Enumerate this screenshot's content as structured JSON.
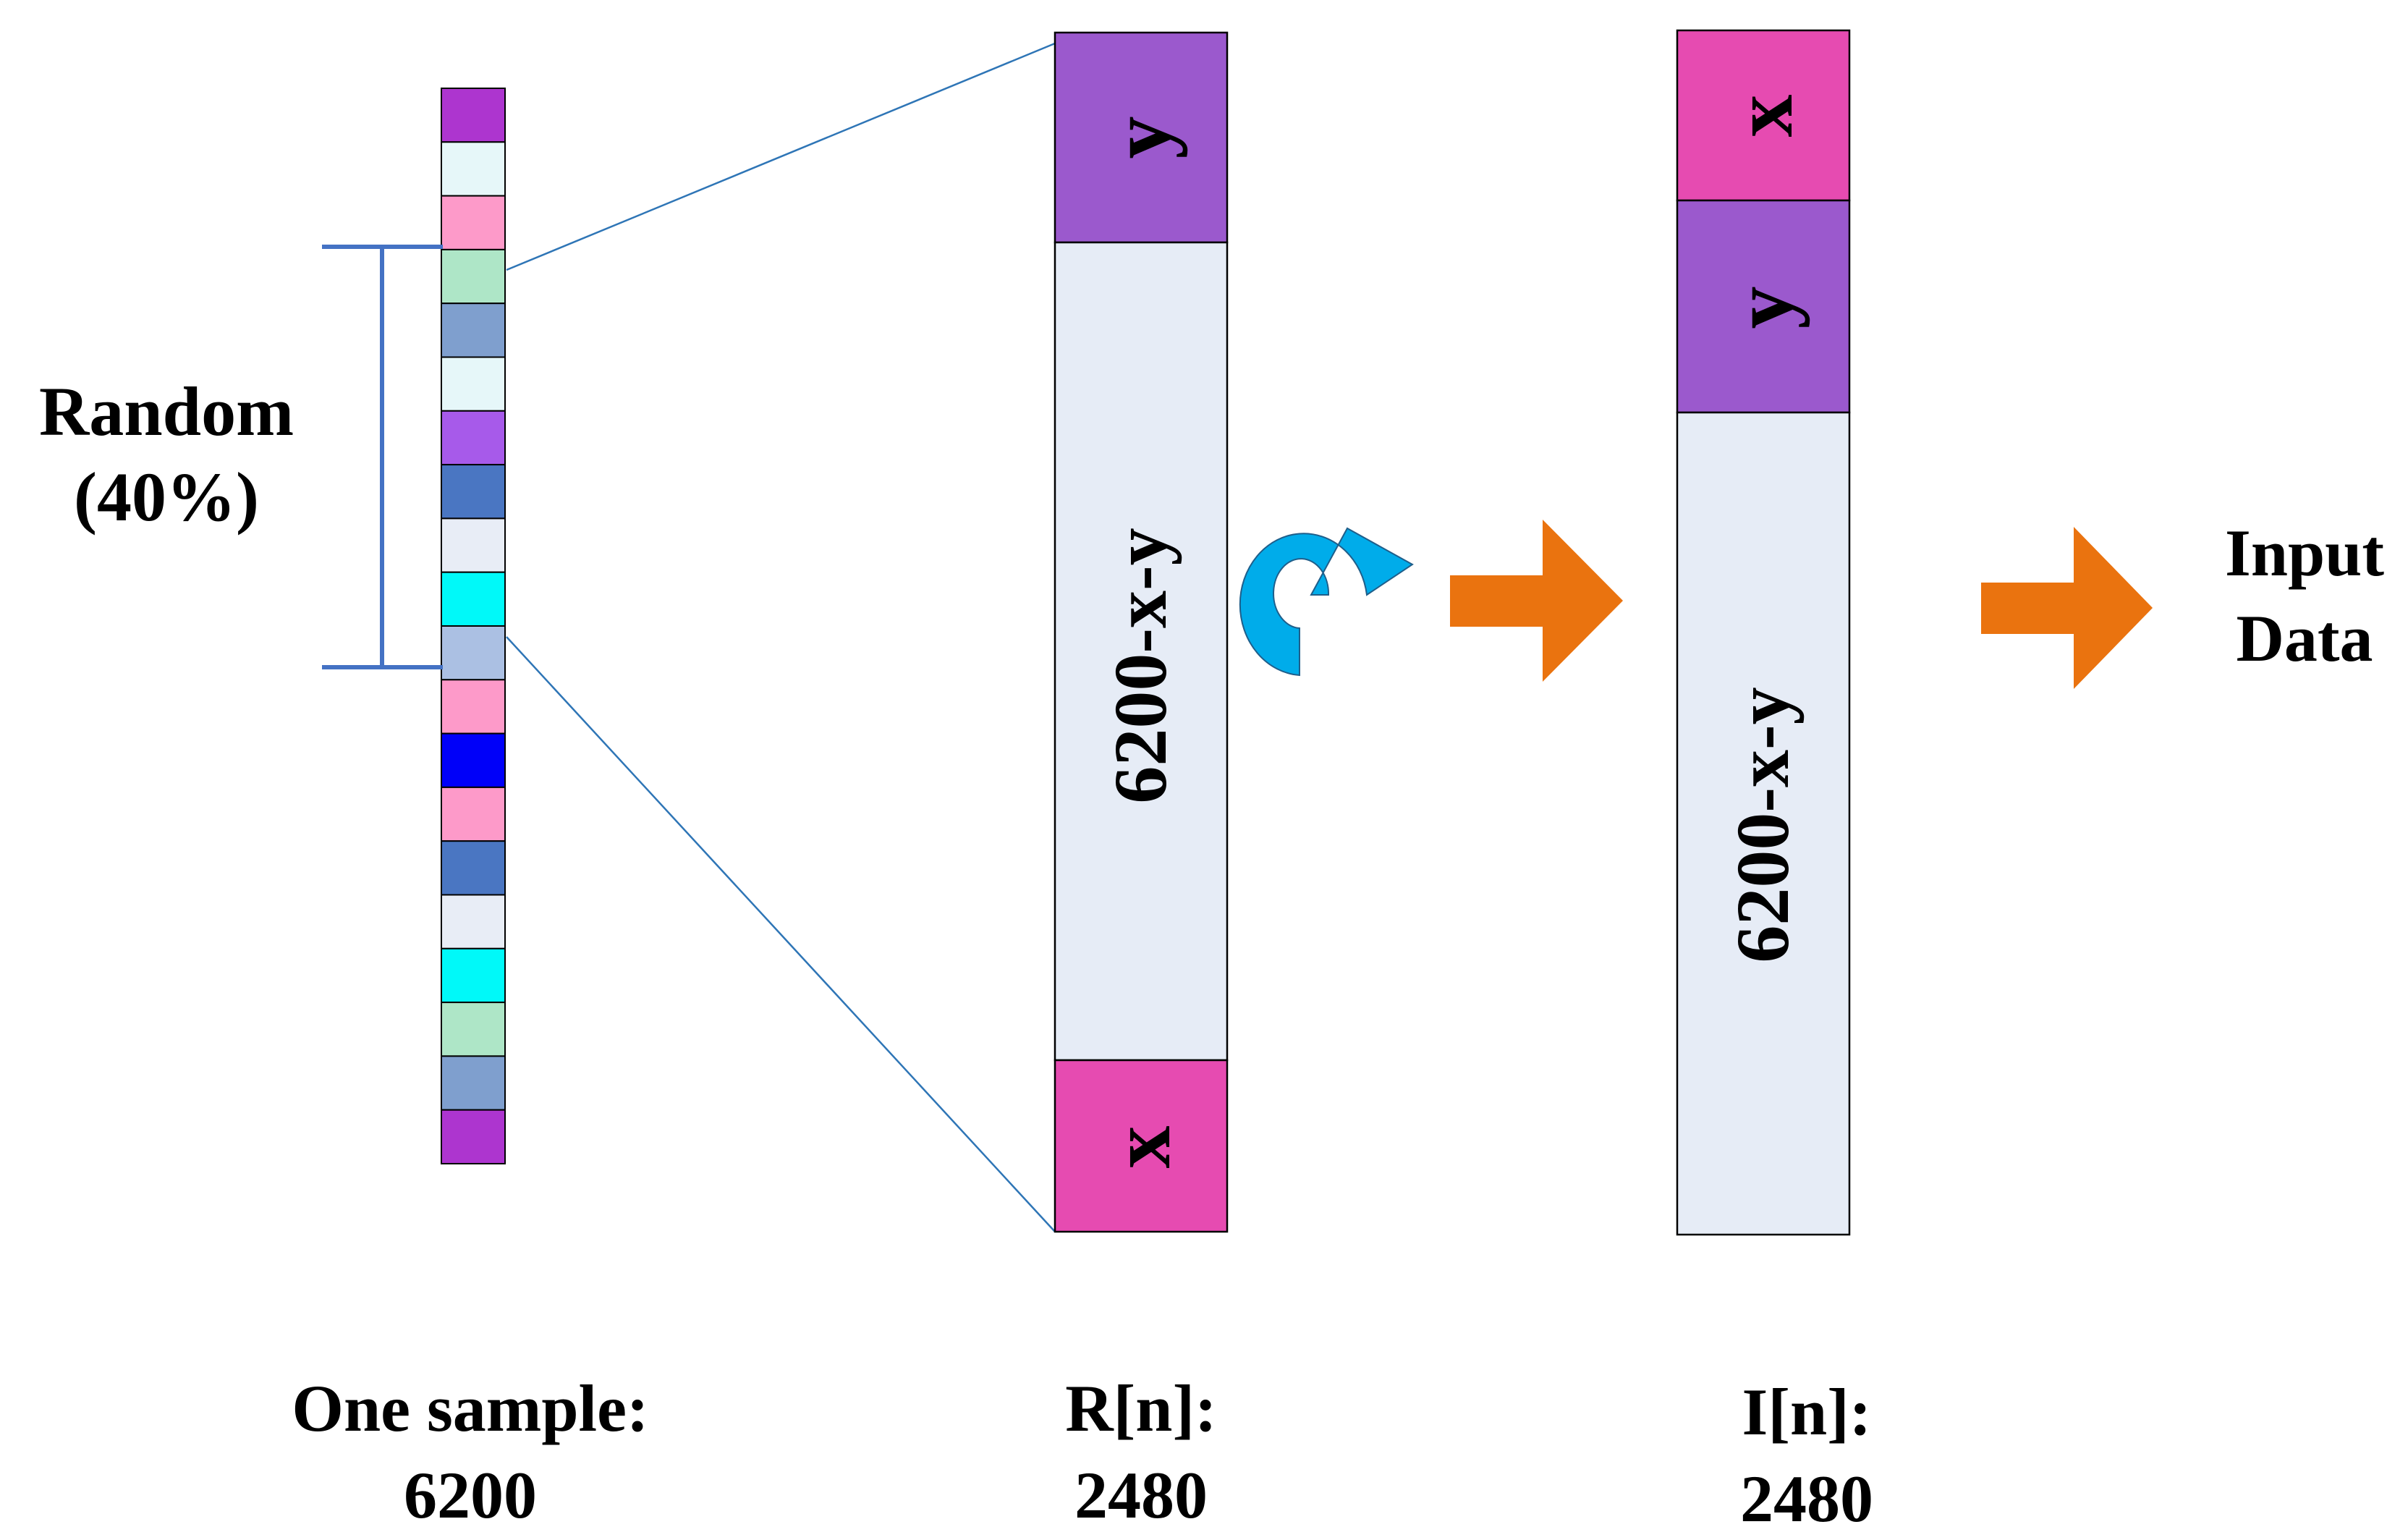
{
  "strip": {
    "label": "Random\n(40%)",
    "caption_line1": "One sample:",
    "caption_line2": "6200",
    "colors": [
      "#ad35cf",
      "#e6f7f9",
      "#fd9ac9",
      "#aee6c7",
      "#7f9fce",
      "#e6f7f9",
      "#a75aea",
      "#4a76c2",
      "#e8edf6",
      "#00f9f9",
      "#abc0e3",
      "#fd9ac9",
      "#0000f9",
      "#fd9ac9",
      "#4a76c2",
      "#e8edf6",
      "#00f9f9",
      "#aee6c7",
      "#7f9fce",
      "#ad35cf"
    ],
    "bracket_color": "#4472c4",
    "zoom_line_color": "#2e75b6"
  },
  "r_block": {
    "top_label": "y",
    "middle_label": "6200-x-y",
    "bottom_label": "x",
    "caption_line1": "R[n]:",
    "caption_line2": "2480"
  },
  "i_block": {
    "top_label": "x",
    "second_label": "y",
    "middle_label": "6200-x-y",
    "caption_line1": "I[n]:",
    "caption_line2": "2480"
  },
  "output": {
    "label_line1": "Input",
    "label_line2": "Data"
  },
  "colors": {
    "purple": "#9b59cd",
    "magenta": "#e64bb1",
    "light_block": "#e6ecf6",
    "arrow_orange": "#ea730f",
    "rotate_blue": "#00acea"
  }
}
